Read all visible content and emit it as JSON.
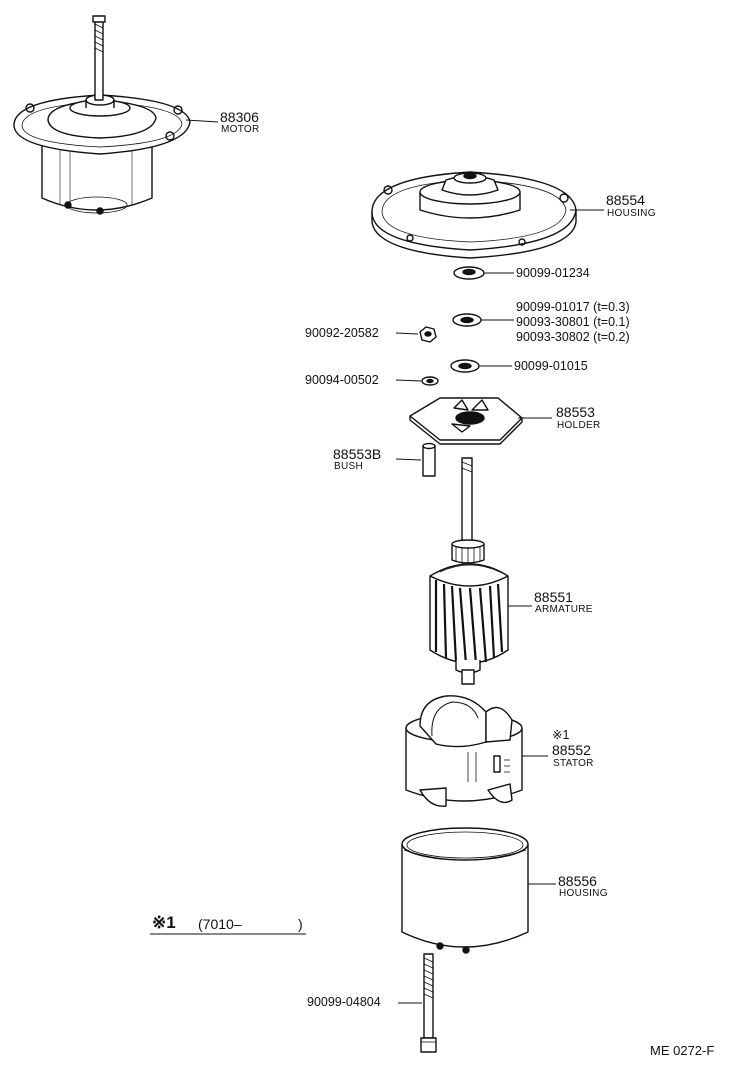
{
  "parts": {
    "motor": {
      "number": "88306",
      "name": "MOTOR"
    },
    "housing_top": {
      "number": "88554",
      "name": "HOUSING"
    },
    "washer_1234": {
      "number": "90099-01234"
    },
    "washer_1017": {
      "number": "90099-01017 (t=0.3)"
    },
    "washer_30801": {
      "number": "90093-30801 (t=0.1)"
    },
    "washer_30802": {
      "number": "90093-30802 (t=0.2)"
    },
    "nut_20582": {
      "number": "90092-20582"
    },
    "washer_1015": {
      "number": "90099-01015"
    },
    "washer_00502": {
      "number": "90094-00502"
    },
    "holder": {
      "number": "88553",
      "name": "HOLDER"
    },
    "bush": {
      "number": "88553B",
      "name": "BUSH"
    },
    "armature": {
      "number": "88551",
      "name": "ARMATURE"
    },
    "stator": {
      "mark": "※1",
      "number": "88552",
      "name": "STATOR"
    },
    "housing_bottom": {
      "number": "88556",
      "name": "HOUSING"
    },
    "bolt": {
      "number": "90099-04804"
    }
  },
  "footnote": {
    "mark": "※1",
    "range": "(7010–",
    "range_end": ")"
  },
  "diagram_code": "ME 0272-F"
}
